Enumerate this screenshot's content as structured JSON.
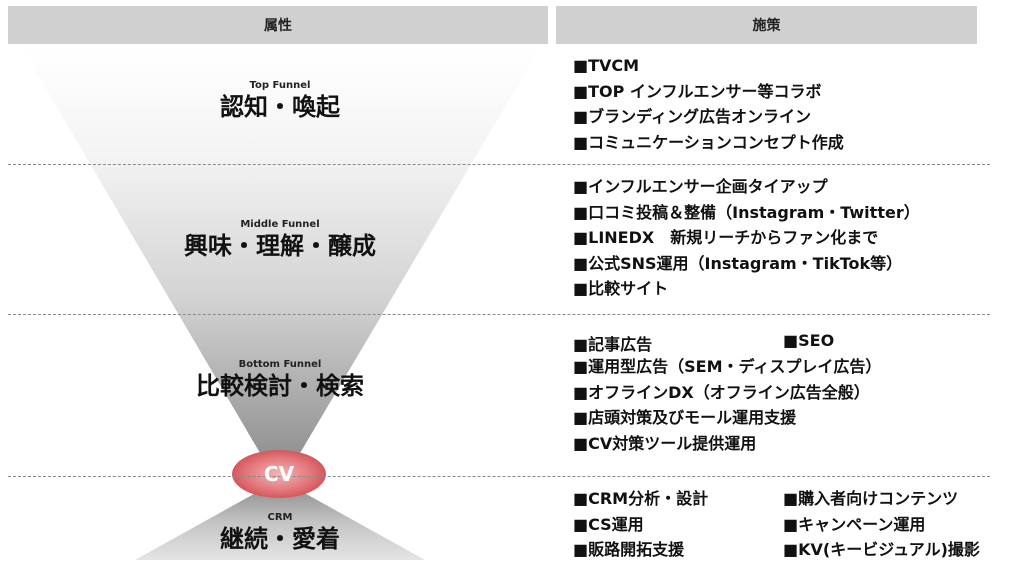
{
  "headers": {
    "left": "属性",
    "right": "施策"
  },
  "stages": [
    {
      "sub": "Top Funnel",
      "main": "認知・喚起"
    },
    {
      "sub": "Middle Funnel",
      "main": "興味・理解・醸成"
    },
    {
      "sub": "Bottom Funnel",
      "main": "比較検討・検索"
    },
    {
      "sub": "CRM",
      "main": "継続・愛着"
    }
  ],
  "cv_label": "CV",
  "measures": {
    "top": [
      "■TVCM",
      "■TOP インフルエンサー等コラボ",
      "■ブランディング広告オンライン",
      "■コミュニケーションコンセプト作成"
    ],
    "middle": [
      "■インフルエンサー企画タイアップ",
      "■口コミ投稿＆整備（Instagram・Twitter）",
      "■LINEDX　新規リーチからファン化まで",
      "■公式SNS運用（Instagram・TikTok等）",
      "■比較サイト"
    ],
    "bottom_left_first": "■記事広告",
    "bottom_right_first": "■SEO",
    "bottom": [
      "■運用型広告（SEM・ディスプレイ広告）",
      "■オフラインDX（オフライン広告全般）",
      "■店頭対策及びモール運用支援",
      "■CV対策ツール提供運用"
    ],
    "crm_left": [
      "■CRM分析・設計",
      "■CS運用",
      "■販路開拓支援"
    ],
    "crm_right": [
      "■購入者向けコンテンツ",
      "■キャンペーン運用",
      "■KV(キービジュアル)撮影"
    ]
  },
  "colors": {
    "header_bg": "#d0d0d0",
    "funnel_light": "#ffffff",
    "funnel_dark": "#8c8c8c",
    "cv_red": "#d9595f",
    "divider": "#8a8a8a"
  }
}
